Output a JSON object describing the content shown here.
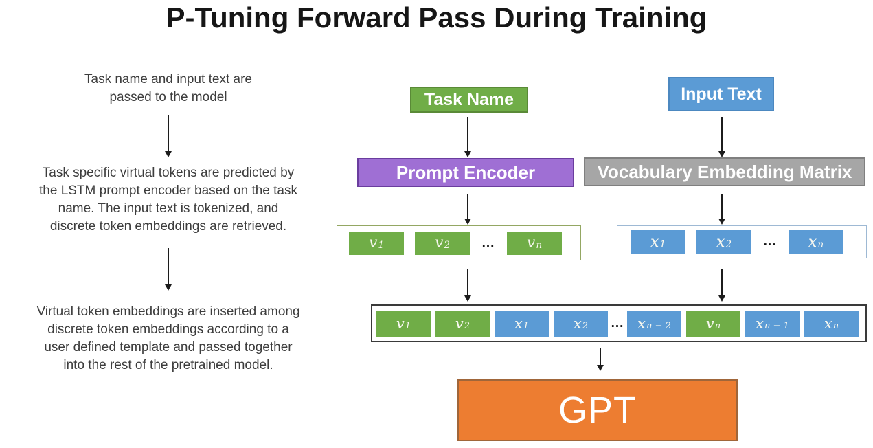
{
  "title": "P-Tuning Forward Pass During Training",
  "left_column": {
    "steps": [
      {
        "lines": [
          "Task name and input text are",
          "passed to the model"
        ]
      },
      {
        "lines": [
          "Task specific virtual tokens are predicted by",
          "the LSTM prompt encoder based on the task",
          "name. The input text is tokenized, and",
          "discrete token embeddings are retrieved."
        ]
      },
      {
        "lines": [
          "Virtual token embeddings are inserted among",
          "discrete token embeddings according to a",
          "user defined template and passed together",
          "into the rest of the pretrained model."
        ]
      }
    ]
  },
  "flow": {
    "task_name_label": "Task Name",
    "input_text_label": "Input Text",
    "prompt_encoder_label": "Prompt Encoder",
    "vocab_matrix_label": "Vocabulary Embedding Matrix",
    "gpt_label": "GPT",
    "ellipsis": "...",
    "virtual_row": {
      "tokens": [
        {
          "base": "v",
          "sub": "1"
        },
        {
          "base": "v",
          "sub": "2"
        },
        {
          "base": "v",
          "sub": "n"
        }
      ]
    },
    "discrete_row": {
      "tokens": [
        {
          "base": "x",
          "sub": "1"
        },
        {
          "base": "x",
          "sub": "2"
        },
        {
          "base": "x",
          "sub": "n"
        }
      ]
    },
    "combined_row": {
      "tokens": [
        {
          "base": "v",
          "sub": "1",
          "kind": "virtual"
        },
        {
          "base": "v",
          "sub": "2",
          "kind": "virtual"
        },
        {
          "base": "x",
          "sub": "1",
          "kind": "discrete"
        },
        {
          "base": "x",
          "sub": "2",
          "kind": "discrete"
        },
        {
          "base": "x",
          "sub": "n − 2",
          "kind": "discrete"
        },
        {
          "base": "v",
          "sub": "n",
          "kind": "virtual"
        },
        {
          "base": "x",
          "sub": "n − 1",
          "kind": "discrete"
        },
        {
          "base": "x",
          "sub": "n",
          "kind": "discrete"
        }
      ]
    }
  },
  "colors": {
    "virtual_green": "#70AD47",
    "discrete_blue": "#5B9BD5",
    "encoder_purple": "#9F6FD4",
    "matrix_gray": "#A6A6A6",
    "gpt_orange": "#ED7D31",
    "arrow_black": "#1c1c1c",
    "annotation_text": "#3d3d3d"
  }
}
